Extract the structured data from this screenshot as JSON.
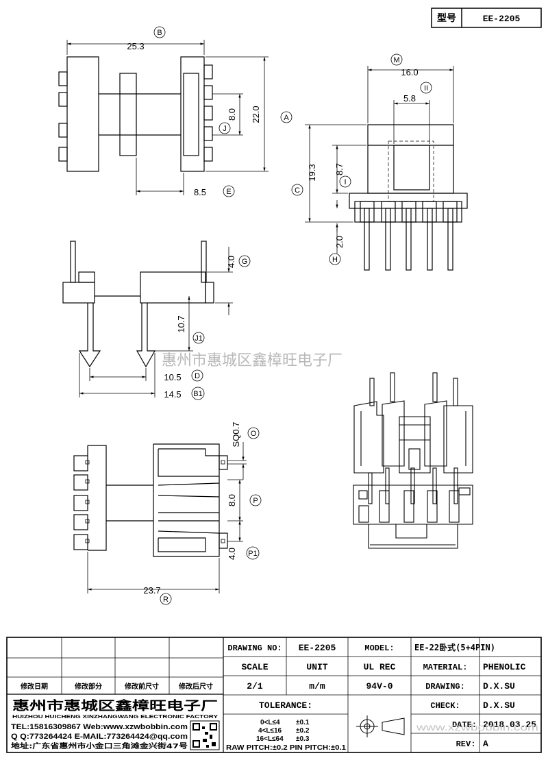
{
  "header": {
    "type_label": "型号",
    "model": "EE-2205"
  },
  "dims": {
    "b": "25.3",
    "a": "22.0",
    "j": "8.0",
    "e": "8.5",
    "m": "16.0",
    "ii": "5.8",
    "c": "19.3",
    "i": "8.7",
    "h": "2.0",
    "g": "4.0",
    "j1": "10.7",
    "d": "10.5",
    "b1": "14.5",
    "o": "SQ0.7",
    "p": "8.0",
    "p1": "4.0",
    "r": "23.7"
  },
  "labels": {
    "a": "A",
    "b": "B",
    "b1": "B1",
    "c": "C",
    "d": "D",
    "e": "E",
    "g": "G",
    "h": "H",
    "i": "I",
    "ii": "II",
    "j": "J",
    "j1": "J1",
    "m": "M",
    "o": "O",
    "p": "P",
    "p1": "P1",
    "r": "R"
  },
  "watermark": "惠州市惠城区鑫樟旺电子厂",
  "revision_headers": [
    "修改日期",
    "修改部分",
    "修改前尺寸",
    "修改后尺寸"
  ],
  "company": {
    "name_cn": "惠州市惠城区鑫樟旺电子厂",
    "name_en": "HUIZHOU HUICHENG XINZHANGWANG ELECTRONIC FACTORY",
    "line1": "TEL:15816309867 Web:www.xzwbobbin.com",
    "line2": "Q Q:773264424 E-MAIL:773264424@qq.com",
    "line3": "地址:广东省惠州市小金口三角滩金兴街47号"
  },
  "title_block": {
    "drawing_no_label": "DRAWING NO:",
    "drawing_no": "EE-2205",
    "model_label": "MODEL:",
    "model": "EE-22卧式(5+4PIN)",
    "scale_label": "SCALE",
    "unit_label": "UNIT",
    "ulrec_label": "UL REC",
    "material_label": "MATERIAL:",
    "material": "PHENOLIC",
    "scale": "2/1",
    "unit": "m/m",
    "ulrec": "94V-0",
    "drawing_label": "DRAWING:",
    "drawing": "D.X.SU",
    "check_label": "CHECK:",
    "check": "D.X.SU",
    "date_label": "DATE:",
    "date": "2018.03.25",
    "rev_label": "REV:",
    "rev": "A",
    "tolerance_label": "TOLERANCE:",
    "tol1_range": "0<L≤4",
    "tol1_val": "±0.1",
    "tol2_range": "4<L≤16",
    "tol2_val": "±0.2",
    "tol3_range": "16<L≤64",
    "tol3_val": "±0.3",
    "pitch": "RAW PITCH:±0.2 PIN PITCH:±0.1",
    "watermark_url": "www.xzwbobbin.com"
  }
}
